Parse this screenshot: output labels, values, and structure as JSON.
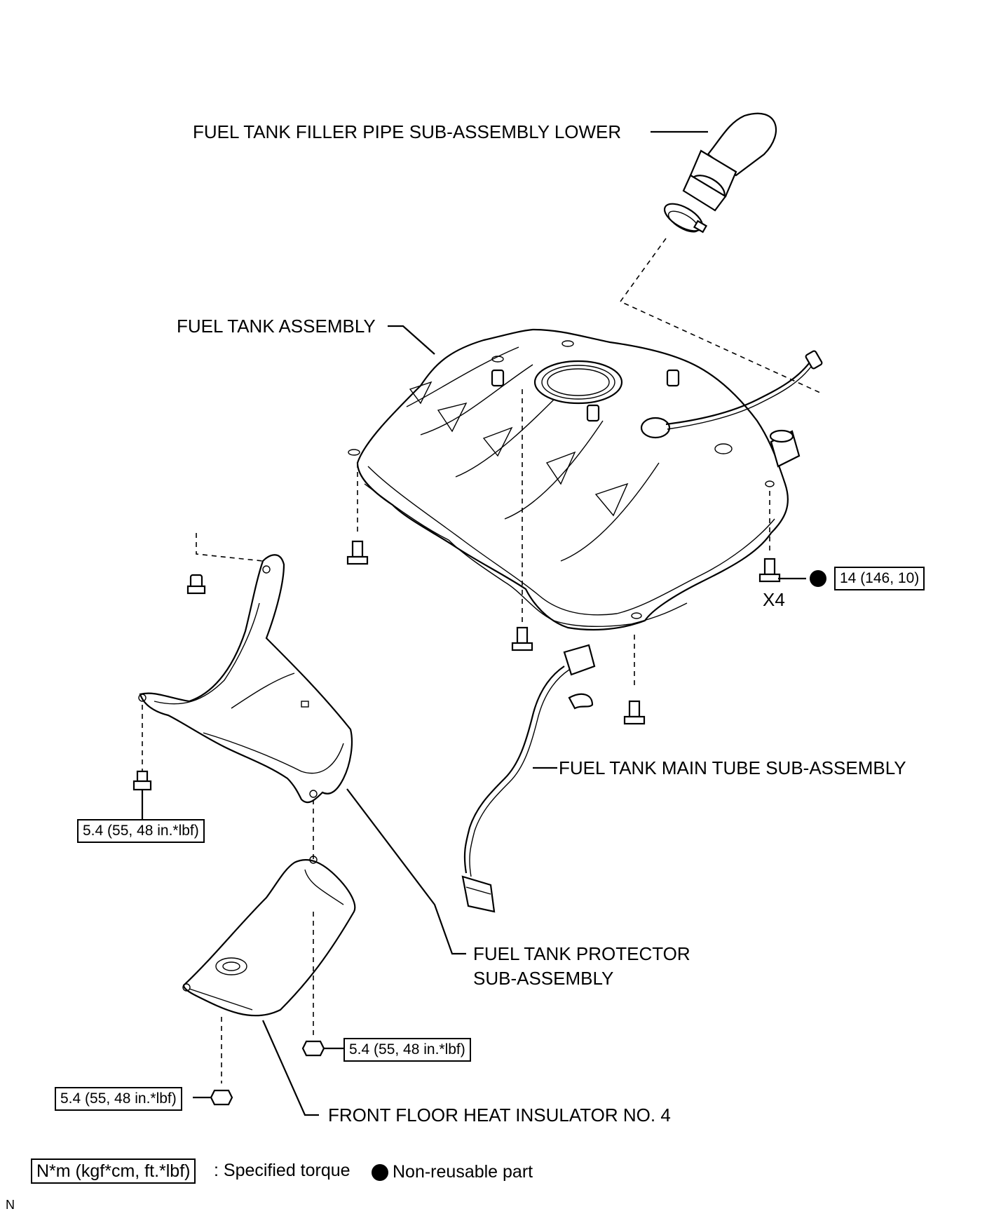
{
  "labels": {
    "filler_pipe": "FUEL TANK FILLER PIPE SUB-ASSEMBLY LOWER",
    "tank": "FUEL TANK ASSEMBLY",
    "main_tube": "FUEL TANK MAIN TUBE SUB-ASSEMBLY",
    "protector_line1": "FUEL TANK PROTECTOR",
    "protector_line2": "SUB-ASSEMBLY",
    "insulator": "FRONT FLOOR HEAT INSULATOR NO. 4",
    "quantity": "X4"
  },
  "torque": {
    "tank_bolts": "14 (146, 10)",
    "protector_bolt": "5.4 (55, 48 in.*lbf)",
    "insulator_nut_right": "5.4 (55, 48 in.*lbf)",
    "insulator_nut_left": "5.4 (55, 48 in.*lbf)"
  },
  "legend": {
    "torque_box": "N*m (kgf*cm, ft.*lbf)",
    "torque_text": ": Specified torque",
    "nonreusable_text": "Non-reusable part"
  },
  "corner_mark": "N"
}
